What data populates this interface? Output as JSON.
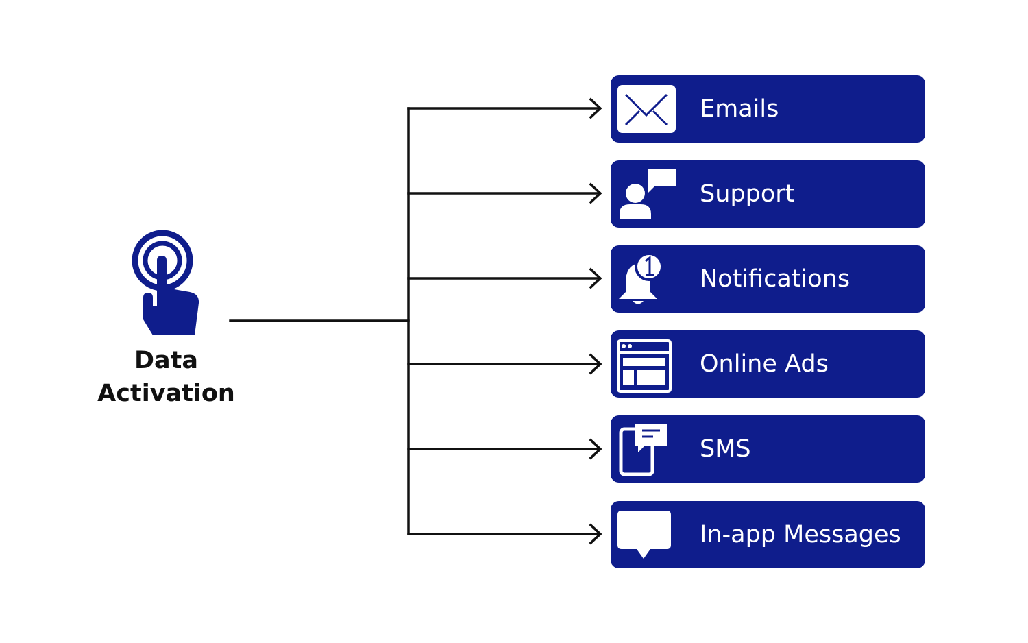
{
  "colors": {
    "brand_blue": "#0f1d8c",
    "connector": "#111111",
    "text_dark": "#111111",
    "text_light": "#ffffff"
  },
  "source": {
    "icon": "tap-finger-icon",
    "label_line1": "Data",
    "label_line2": "Activation"
  },
  "channels": [
    {
      "label": "Emails",
      "icon": "envelope-icon"
    },
    {
      "label": "Support",
      "icon": "support-agent-icon"
    },
    {
      "label": "Notifications",
      "icon": "bell-notification-icon"
    },
    {
      "label": "Online Ads",
      "icon": "browser-window-icon"
    },
    {
      "label": "SMS",
      "icon": "mobile-message-icon"
    },
    {
      "label": "In-app Messages",
      "icon": "speech-bubble-icon"
    }
  ]
}
